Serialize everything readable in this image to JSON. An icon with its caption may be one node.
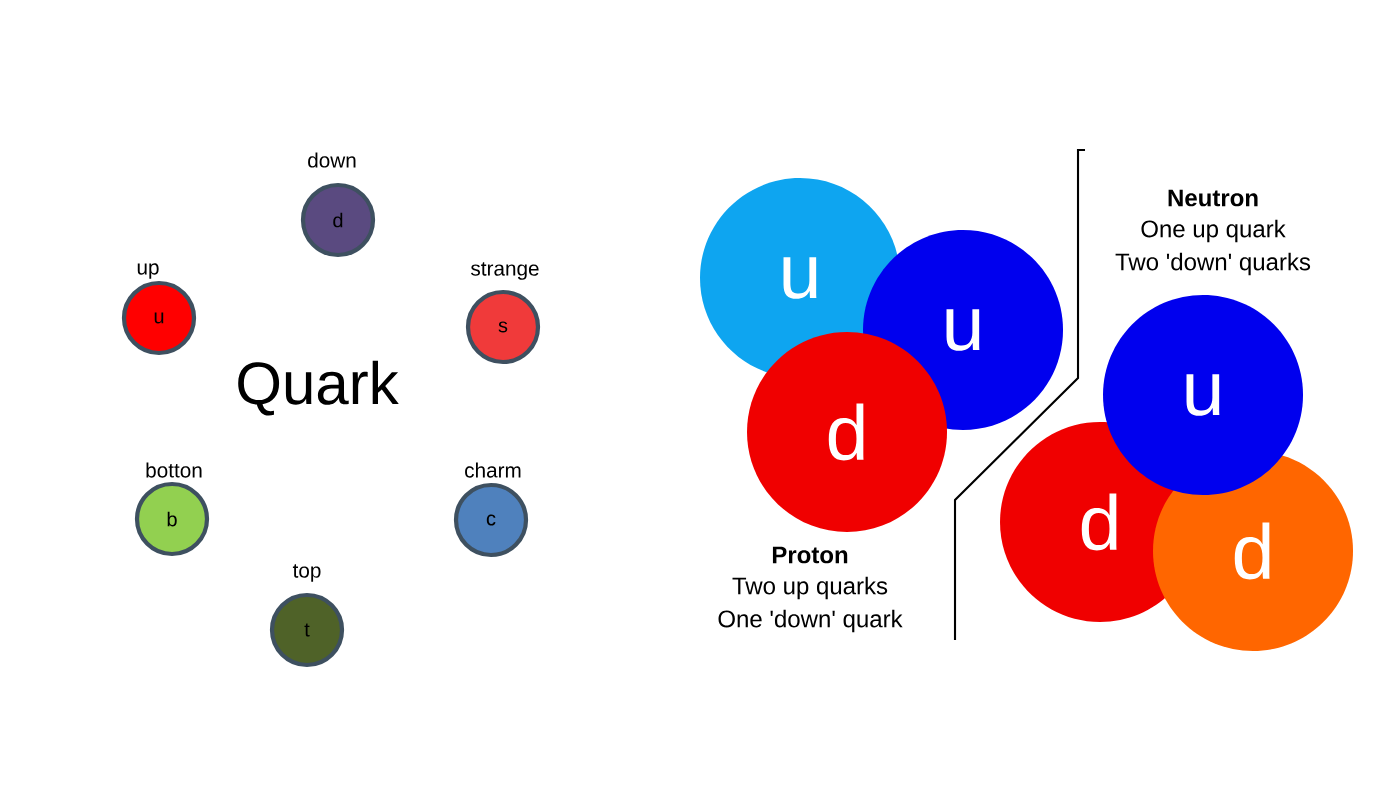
{
  "diagram": {
    "nodes": [
      {
        "text": [
          "d"
        ],
        "beside": [
          "down"
        ]
      },
      {
        "text": [
          "u"
        ],
        "beside": [
          "up"
        ]
      },
      {
        "text": [
          "s"
        ],
        "beside": [
          "strange"
        ]
      },
      {
        "text": [
          "b"
        ],
        "beside": [
          "botton"
        ]
      },
      {
        "text": [
          "c"
        ],
        "beside": [
          "charm"
        ]
      },
      {
        "text": [
          "t"
        ],
        "beside": [
          "top"
        ]
      },
      {
        "text": [
          "u"
        ]
      },
      {
        "text": [
          "u"
        ]
      },
      {
        "text": [
          "d"
        ]
      },
      {
        "text": [
          "u"
        ]
      },
      {
        "text": [
          "d"
        ]
      },
      {
        "text": [
          "d"
        ]
      }
    ],
    "labels": [
      "Quark",
      "Neutron",
      "One up quark",
      "Two 'down' quarks",
      "Proton",
      "Two up quarks",
      "One 'down' quark"
    ]
  }
}
